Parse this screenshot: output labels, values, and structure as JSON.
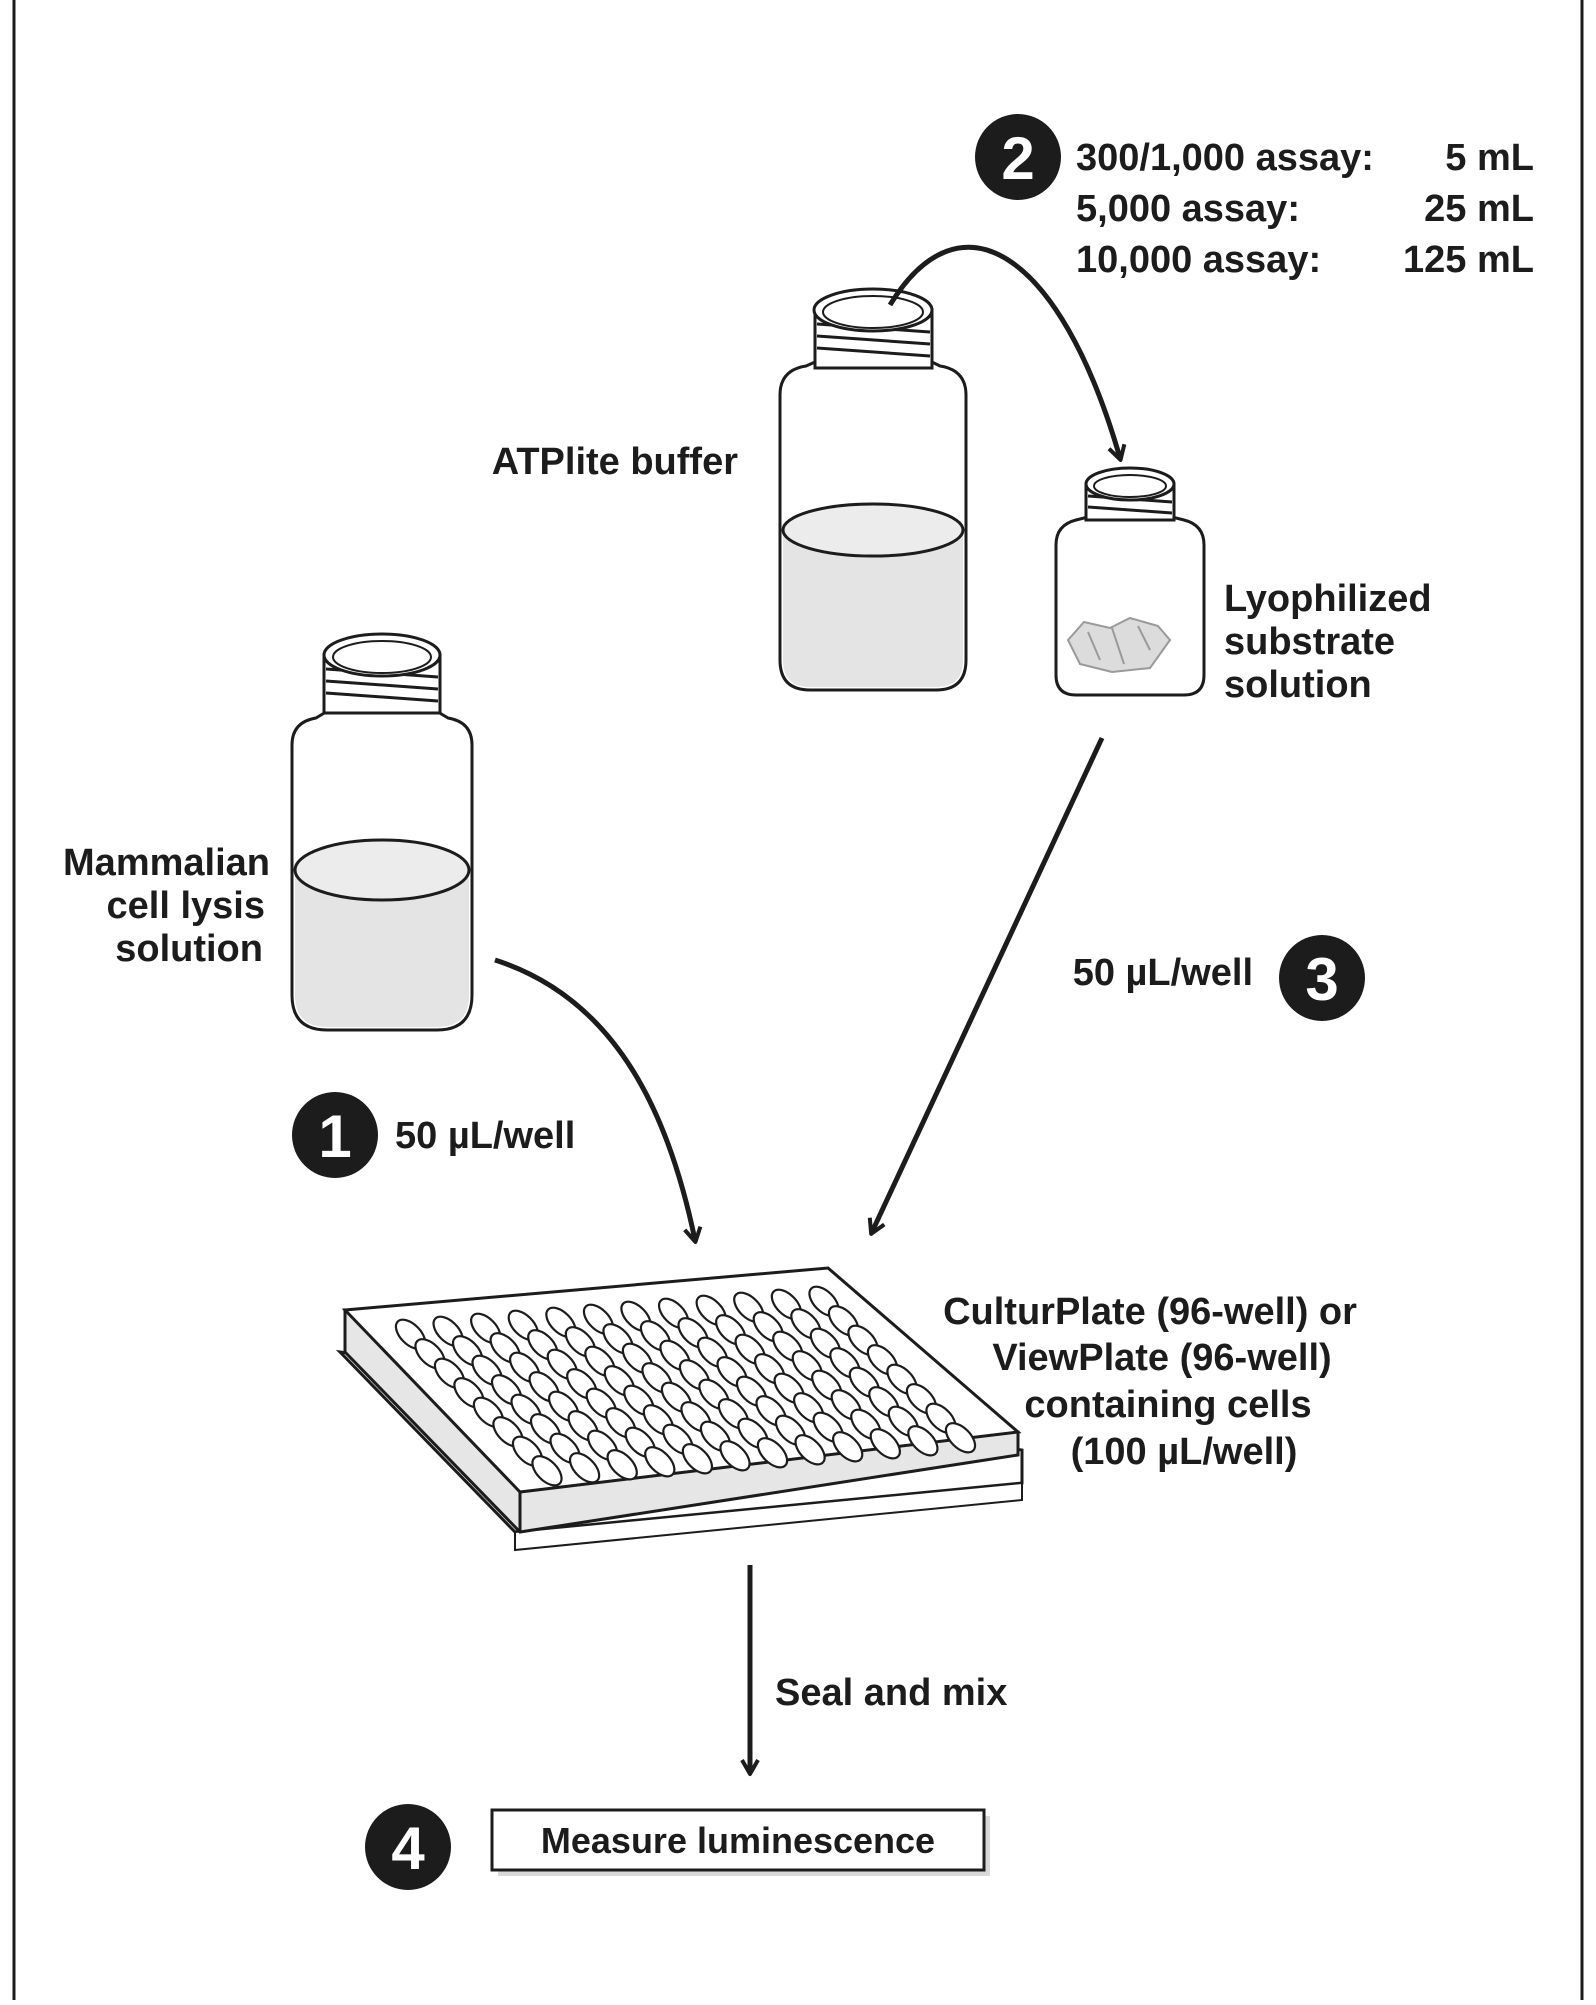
{
  "steps": {
    "step1": {
      "number": "1",
      "volume": "50 µL/well"
    },
    "step2": {
      "number": "2",
      "volumes": [
        {
          "assay": "300/1,000 assay:",
          "volume": "5 mL"
        },
        {
          "assay": "5,000 assay:",
          "volume": "25 mL"
        },
        {
          "assay": "10,000 assay:",
          "volume": "125 mL"
        }
      ]
    },
    "step3": {
      "number": "3",
      "volume": "50 µL/well"
    },
    "step4": {
      "number": "4",
      "label": "Measure luminescence"
    }
  },
  "labels": {
    "atplite_buffer": "ATPlite buffer",
    "lyophilized": [
      "Lyophilized",
      "substrate",
      "solution"
    ],
    "lysis": [
      "Mammalian",
      "cell lysis",
      "solution"
    ],
    "plate": [
      "CulturPlate (96-well) or",
      "ViewPlate (96-well)",
      "containing cells",
      "(100 µL/well)"
    ],
    "seal_mix": "Seal and mix"
  },
  "plate_wells": {
    "rows": 8,
    "columns": 12
  },
  "colors": {
    "line": "#1c1c1c",
    "liquid": "#e4e4e4",
    "badge": "#1c1c1c",
    "background": "#ffffff"
  }
}
